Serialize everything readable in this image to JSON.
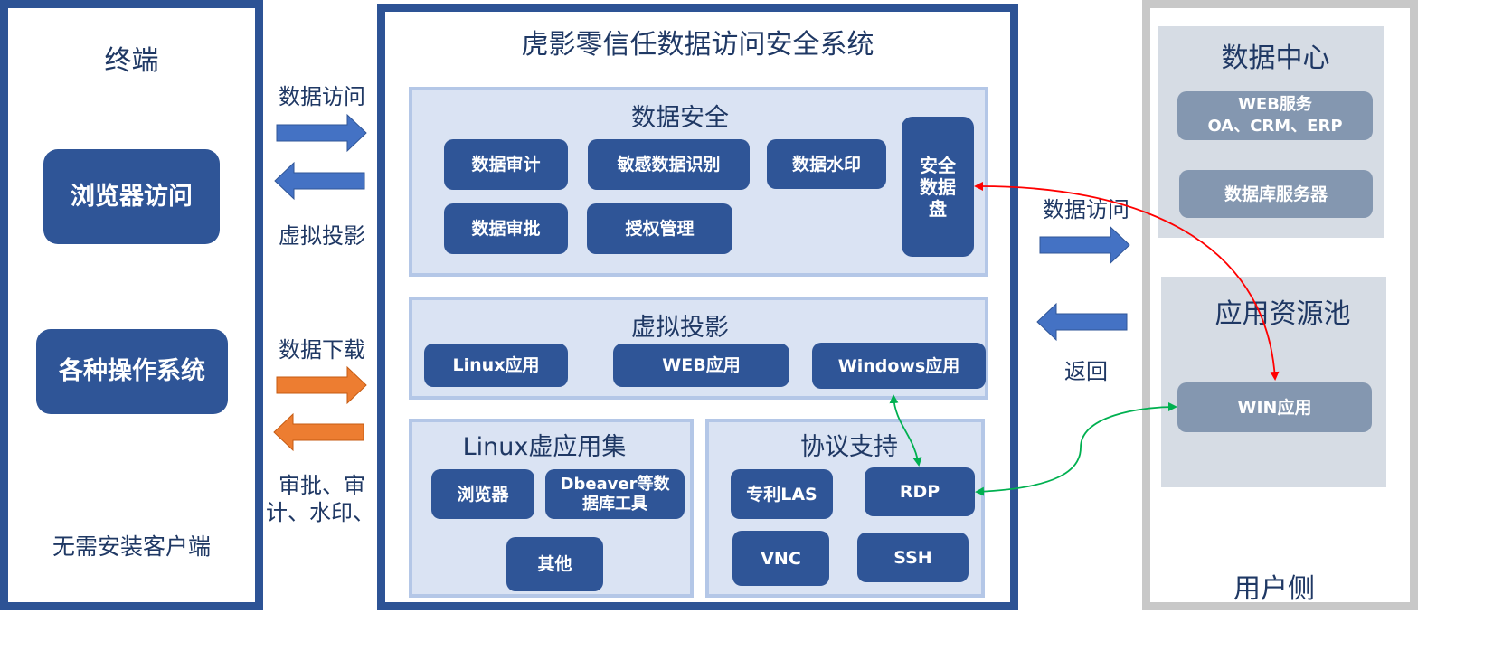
{
  "colors": {
    "dark_blue": "#2d5395",
    "light_blue_bg": "#dae3f3",
    "gray_border": "#c8c8c8",
    "gray_bg": "#d6dce4",
    "blue_arrow": "#4472c4",
    "orange_arrow": "#ed7d31",
    "red_line": "#ff0000",
    "green_line": "#00b050"
  },
  "terminal": {
    "title": "终端",
    "browser_access": "浏览器访问",
    "all_os": "各种操作系统",
    "no_install": "无需安装客户端"
  },
  "left_flows": {
    "data_access": "数据访问",
    "virtual_projection": "虚拟投影",
    "data_download": "数据下载",
    "approval_line1": "审批、审",
    "approval_line2": "计、水印、"
  },
  "system": {
    "title": "虎影零信任数据访问安全系统",
    "data_security": {
      "title": "数据安全",
      "items": [
        "数据审计",
        "敏感数据识别",
        "数据水印",
        "数据审批",
        "授权管理"
      ],
      "secure_disk": "安全\n数据\n盘"
    },
    "virtual_projection": {
      "title": "虚拟投影",
      "items": [
        "Linux应用",
        "WEB应用",
        "Windows应用"
      ]
    },
    "linux_apps": {
      "title": "Linux虚应用集",
      "items": [
        "浏览器",
        "Dbeaver等数\n据库工具",
        "其他"
      ]
    },
    "protocols": {
      "title": "协议支持",
      "items": [
        "专利LAS",
        "RDP",
        "VNC",
        "SSH"
      ]
    }
  },
  "right_flows": {
    "data_access": "数据访问",
    "return": "返回"
  },
  "user_side": {
    "title": "用户侧",
    "data_center": {
      "title": "数据中心",
      "web_service": "WEB服务\nOA、CRM、ERP",
      "db_server": "数据库服务器"
    },
    "app_pool": {
      "title": "应用资源池",
      "win_app": "WIN应用"
    }
  }
}
